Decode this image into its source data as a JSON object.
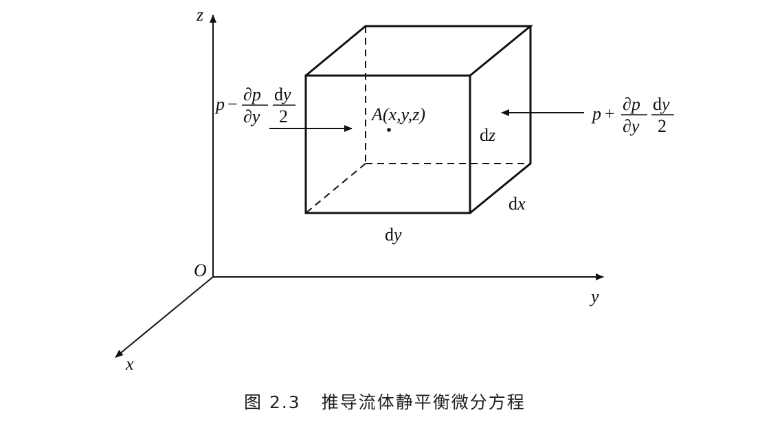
{
  "axes": {
    "x_label": "x",
    "y_label": "y",
    "z_label": "z",
    "origin_label": "O"
  },
  "point": {
    "name": "A",
    "coords": "(x,y,z)"
  },
  "dimensions": {
    "dx": {
      "d": "d",
      "var": "x"
    },
    "dy": {
      "d": "d",
      "var": "y"
    },
    "dz": {
      "d": "d",
      "var": "z"
    }
  },
  "left_pressure": {
    "p": "p",
    "op": "−",
    "partial_num": "∂p",
    "partial_den": "∂y",
    "frac_num": "dy",
    "frac_den": "2"
  },
  "right_pressure": {
    "p": "p",
    "op": "+",
    "partial_num": "∂p",
    "partial_den": "∂y",
    "frac_num": "dy",
    "frac_den": "2"
  },
  "caption": {
    "number": "图 2.3",
    "text": "推导流体静平衡微分方程"
  }
}
